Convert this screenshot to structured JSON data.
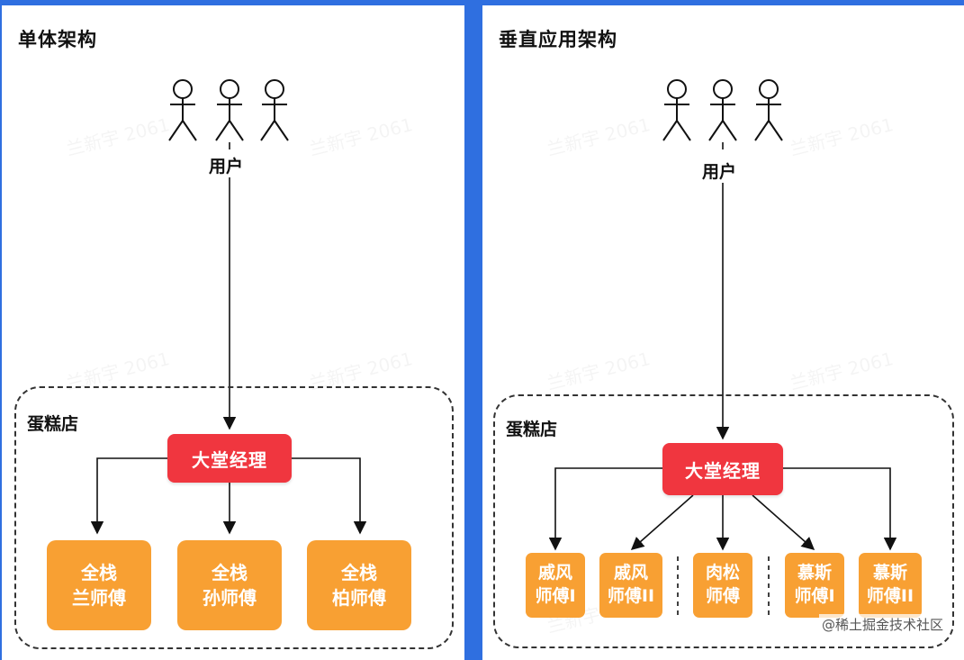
{
  "watermark_text": "兰新宇 2061",
  "footer": "@稀土掘金技术社区",
  "left": {
    "title": "单体架构",
    "users_label": "用户",
    "store_label": "蛋糕店",
    "manager": "大堂经理",
    "chefs": [
      {
        "line1": "全栈",
        "line2": "兰师傅"
      },
      {
        "line1": "全栈",
        "line2": "孙师傅"
      },
      {
        "line1": "全栈",
        "line2": "柏师傅"
      }
    ]
  },
  "right": {
    "title": "垂直应用架构",
    "users_label": "用户",
    "store_label": "蛋糕店",
    "manager": "大堂经理",
    "chefs": [
      {
        "line1": "戚风",
        "line2": "师傅I"
      },
      {
        "line1": "戚风",
        "line2": "师傅II"
      },
      {
        "line1": "肉松",
        "line2": "师傅"
      },
      {
        "line1": "慕斯",
        "line2": "师傅I"
      },
      {
        "line1": "慕斯",
        "line2": "师傅II"
      }
    ]
  },
  "colors": {
    "manager": "#f0363f",
    "chef": "#f8a033",
    "frame": "#2f6fe0"
  }
}
